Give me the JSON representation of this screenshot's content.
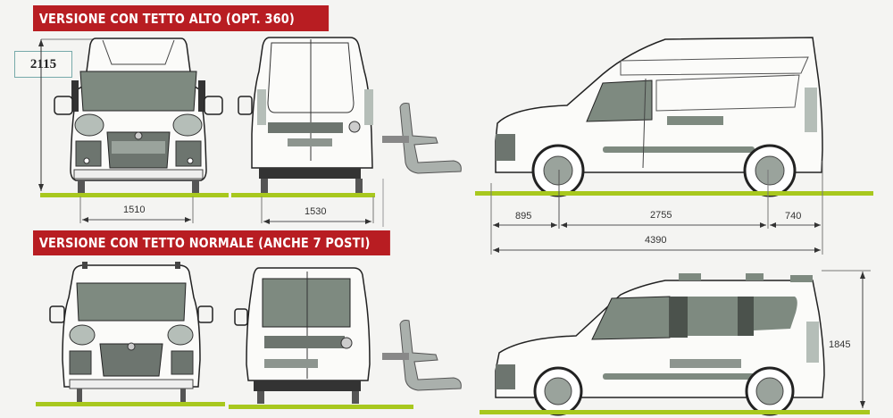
{
  "sections": [
    {
      "title": "VERSIONE CON TETTO ALTO (OPT. 360)",
      "dimensions": {
        "height_mm": "2115",
        "front_track_mm": "1510",
        "rear_track_mm": "1530",
        "front_overhang_mm": "895",
        "wheelbase_mm": "2755",
        "rear_overhang_mm": "740",
        "overall_length_mm": "4390"
      }
    },
    {
      "title": "VERSIONE CON TETTO NORMALE (ANCHE 7 POSTI)",
      "dimensions": {
        "height_mm": "1845"
      }
    }
  ],
  "colors": {
    "banner": "#b81d22",
    "ground_line": "#a8c81e",
    "glass": "#7e8a80",
    "background": "#f4f4f2"
  }
}
